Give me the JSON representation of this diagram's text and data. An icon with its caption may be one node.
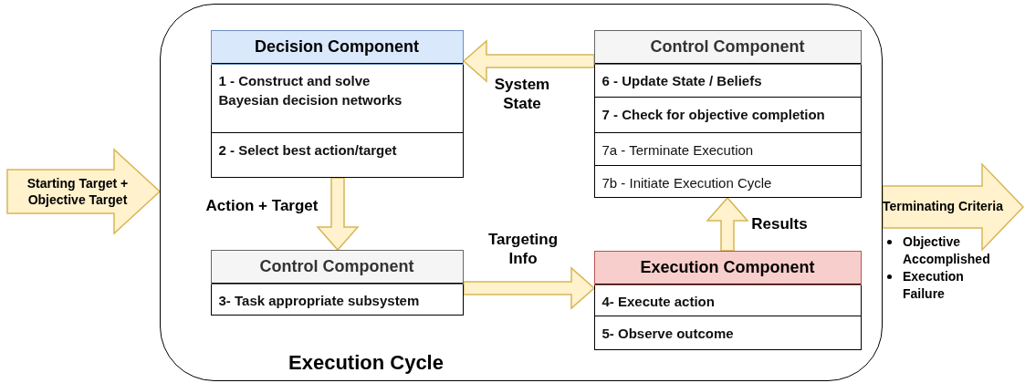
{
  "diagram": {
    "nodes": [
      {
        "text": [
          "Execution Cycle"
        ]
      },
      {
        "text": [
          "Decision Component",
          "1 - Construct and solve Bayesian decision networks",
          "2 - Select best action/target"
        ],
        "in": 0
      },
      {
        "text": [
          "Control Component",
          "3- Task appropriate subsystem"
        ],
        "in": 0
      },
      {
        "text": [
          "Control Component",
          "6 - Update State / Beliefs",
          "7 - Check for objective completion",
          "7a - Terminate Execution",
          "7b - Initiate Execution Cycle"
        ],
        "in": 0
      },
      {
        "text": [
          "Execution Component",
          "4- Execute action",
          "5- Observe outcome"
        ],
        "in": 0
      }
    ],
    "edges": [
      {
        "from": null,
        "to": 0,
        "arrow": "to",
        "label": "Starting Target + Objective Target"
      },
      {
        "from": 3,
        "to": 1,
        "arrow": "to",
        "label": "System State"
      },
      {
        "from": 1,
        "to": 2,
        "arrow": "to",
        "label": "Action + Target"
      },
      {
        "from": 2,
        "to": 4,
        "arrow": "to",
        "label": "Targeting Info"
      },
      {
        "from": 4,
        "to": 3,
        "arrow": "to",
        "label": "Results"
      },
      {
        "from": 0,
        "to": null,
        "arrow": "to",
        "label": "Terminating Criteria"
      }
    ],
    "labels": [
      "Objective Accomplished",
      "Execution Failure"
    ]
  }
}
